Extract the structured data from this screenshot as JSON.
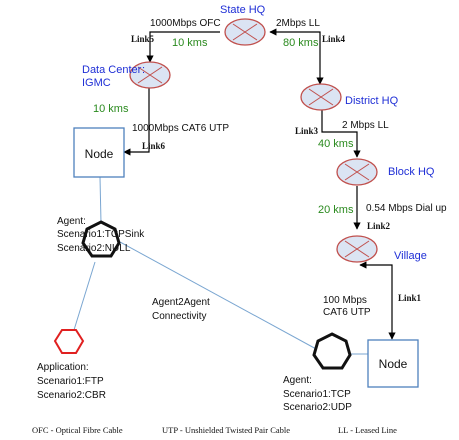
{
  "colors": {
    "site_label": "#1f2fd6",
    "distance": "#2a8a1e",
    "router_stroke": "#c0504d",
    "router_fill": "#dbe4f3",
    "node_stroke": "#4f81bd",
    "agent_line": "#7aa6d1",
    "app_stroke": "#e02020",
    "link": "#000000"
  },
  "sites": {
    "state_hq": "State HQ",
    "data_center_line1": "Data Center",
    "data_center_line2": "IGMC",
    "district_hq": "District HQ",
    "block_hq": "Block HQ",
    "village": "Village"
  },
  "links": {
    "link1": "Link1",
    "link2": "Link2",
    "link3": "Link3",
    "link4": "Link4",
    "link5": "Link5",
    "link6": "Link6"
  },
  "bandwidths": {
    "state_dc": "1000Mbps OFC",
    "state_district": "2Mbps LL",
    "dc_node": "1000Mbps CAT6 UTP",
    "district_block": "2 Mbps LL",
    "block_village": "0.54 Mbps Dial up",
    "village_node_line1": "100 Mbps",
    "village_node_line2": "CAT6 UTP"
  },
  "distances": {
    "state_dc": "10 kms",
    "state_district": "80 kms",
    "dc_node": "10 kms",
    "district_block": "40 kms",
    "block_village": "20 kms"
  },
  "nodes": {
    "left": "Node",
    "right": "Node"
  },
  "agents": {
    "left_title": "Agent:",
    "left_s1": "Scenario1:TCPSink",
    "left_s2": "Scenario2:NULL",
    "right_title": "Agent:",
    "right_s1": "Scenario1:TCP",
    "right_s2": "Scenario2:UDP"
  },
  "connectivity": {
    "line1": "Agent2Agent",
    "line2": "Connectivity"
  },
  "application": {
    "title": "Application:",
    "s1": "Scenario1:FTP",
    "s2": "Scenario2:CBR"
  },
  "legend": {
    "ofc": "OFC - Optical Fibre Cable",
    "utp": "UTP - Unshielded Twisted Pair Cable",
    "ll": "LL - Leased Line"
  }
}
